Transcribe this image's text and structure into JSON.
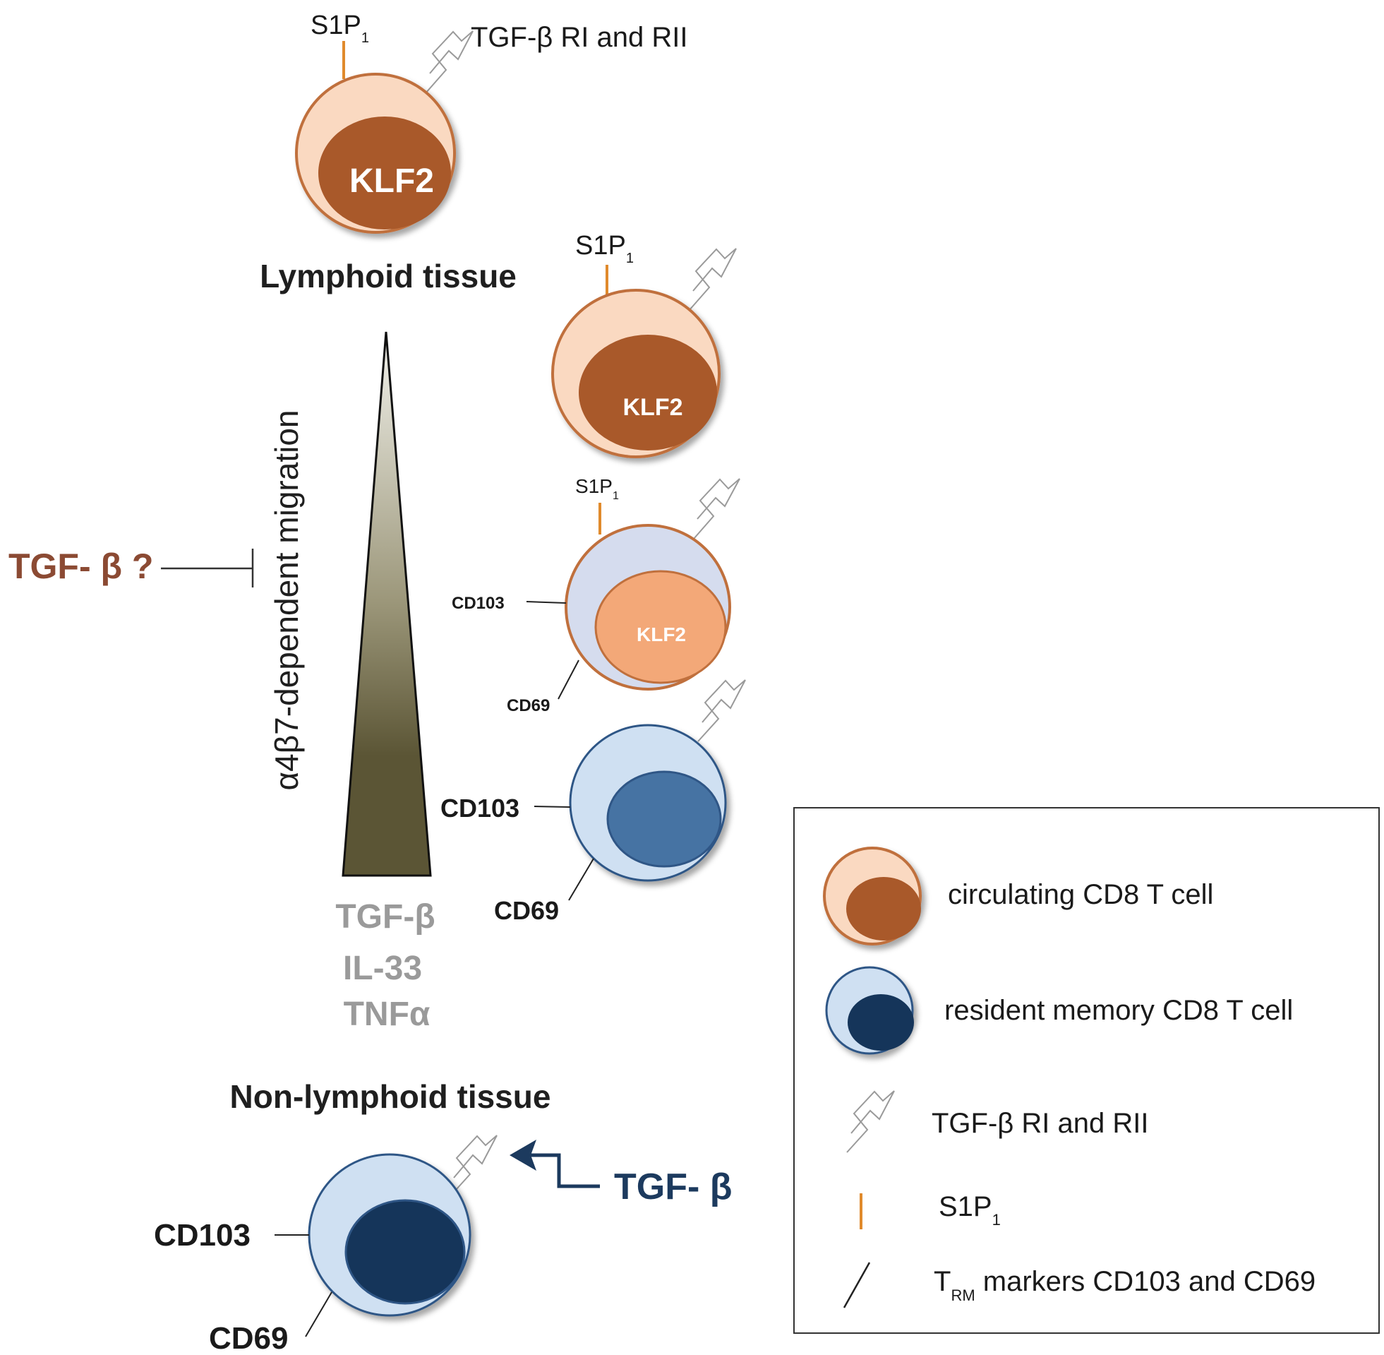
{
  "colors": {
    "circulating_outer": "#fad9c1",
    "circulating_inner": "#a9592a",
    "circulating_stroke": "#c0703d",
    "transition_outer": "#d5dcee",
    "transition_inner": "#f3a878",
    "resident_outer": "#cfe0f2",
    "resident_inner_mid": "#4673a3",
    "resident_inner_dark": "#15355a",
    "resident_stroke": "#2f5686",
    "s1p1_line": "#e08a2c",
    "receptor": "#9a9a9a",
    "inhibitor_text": "#8b4a33",
    "cytokine_text": "#9a9a9a",
    "tgfb_arrow_text": "#1c3a5e",
    "gradient_top": "#f2f2ec",
    "gradient_bottom": "#5b5535"
  },
  "labels": {
    "s1p1_main": "S1P",
    "s1p1_sub": "1",
    "tgfb_receptor": "TGF-β RI and RII",
    "klf2": "KLF2",
    "cd103": "CD103",
    "cd69": "CD69",
    "lymphoid_tissue": "Lymphoid tissue",
    "non_lymphoid_tissue": "Non-lymphoid tissue",
    "migration": "α4β7-dependent migration",
    "tgfb_question": "TGF- β ?",
    "tgfb": "TGF- β",
    "cytokines": [
      "TGF-β",
      "IL-33",
      "TNFα"
    ]
  },
  "legend": {
    "circulating": "circulating CD8 T cell",
    "resident": "resident memory CD8 T cell",
    "receptor": "TGF-β RI and RII",
    "s1p1_main": "S1P",
    "s1p1_sub": "1",
    "trm_main": "T",
    "trm_sub": "RM",
    "trm_rest": " markers CD103 and CD69"
  }
}
